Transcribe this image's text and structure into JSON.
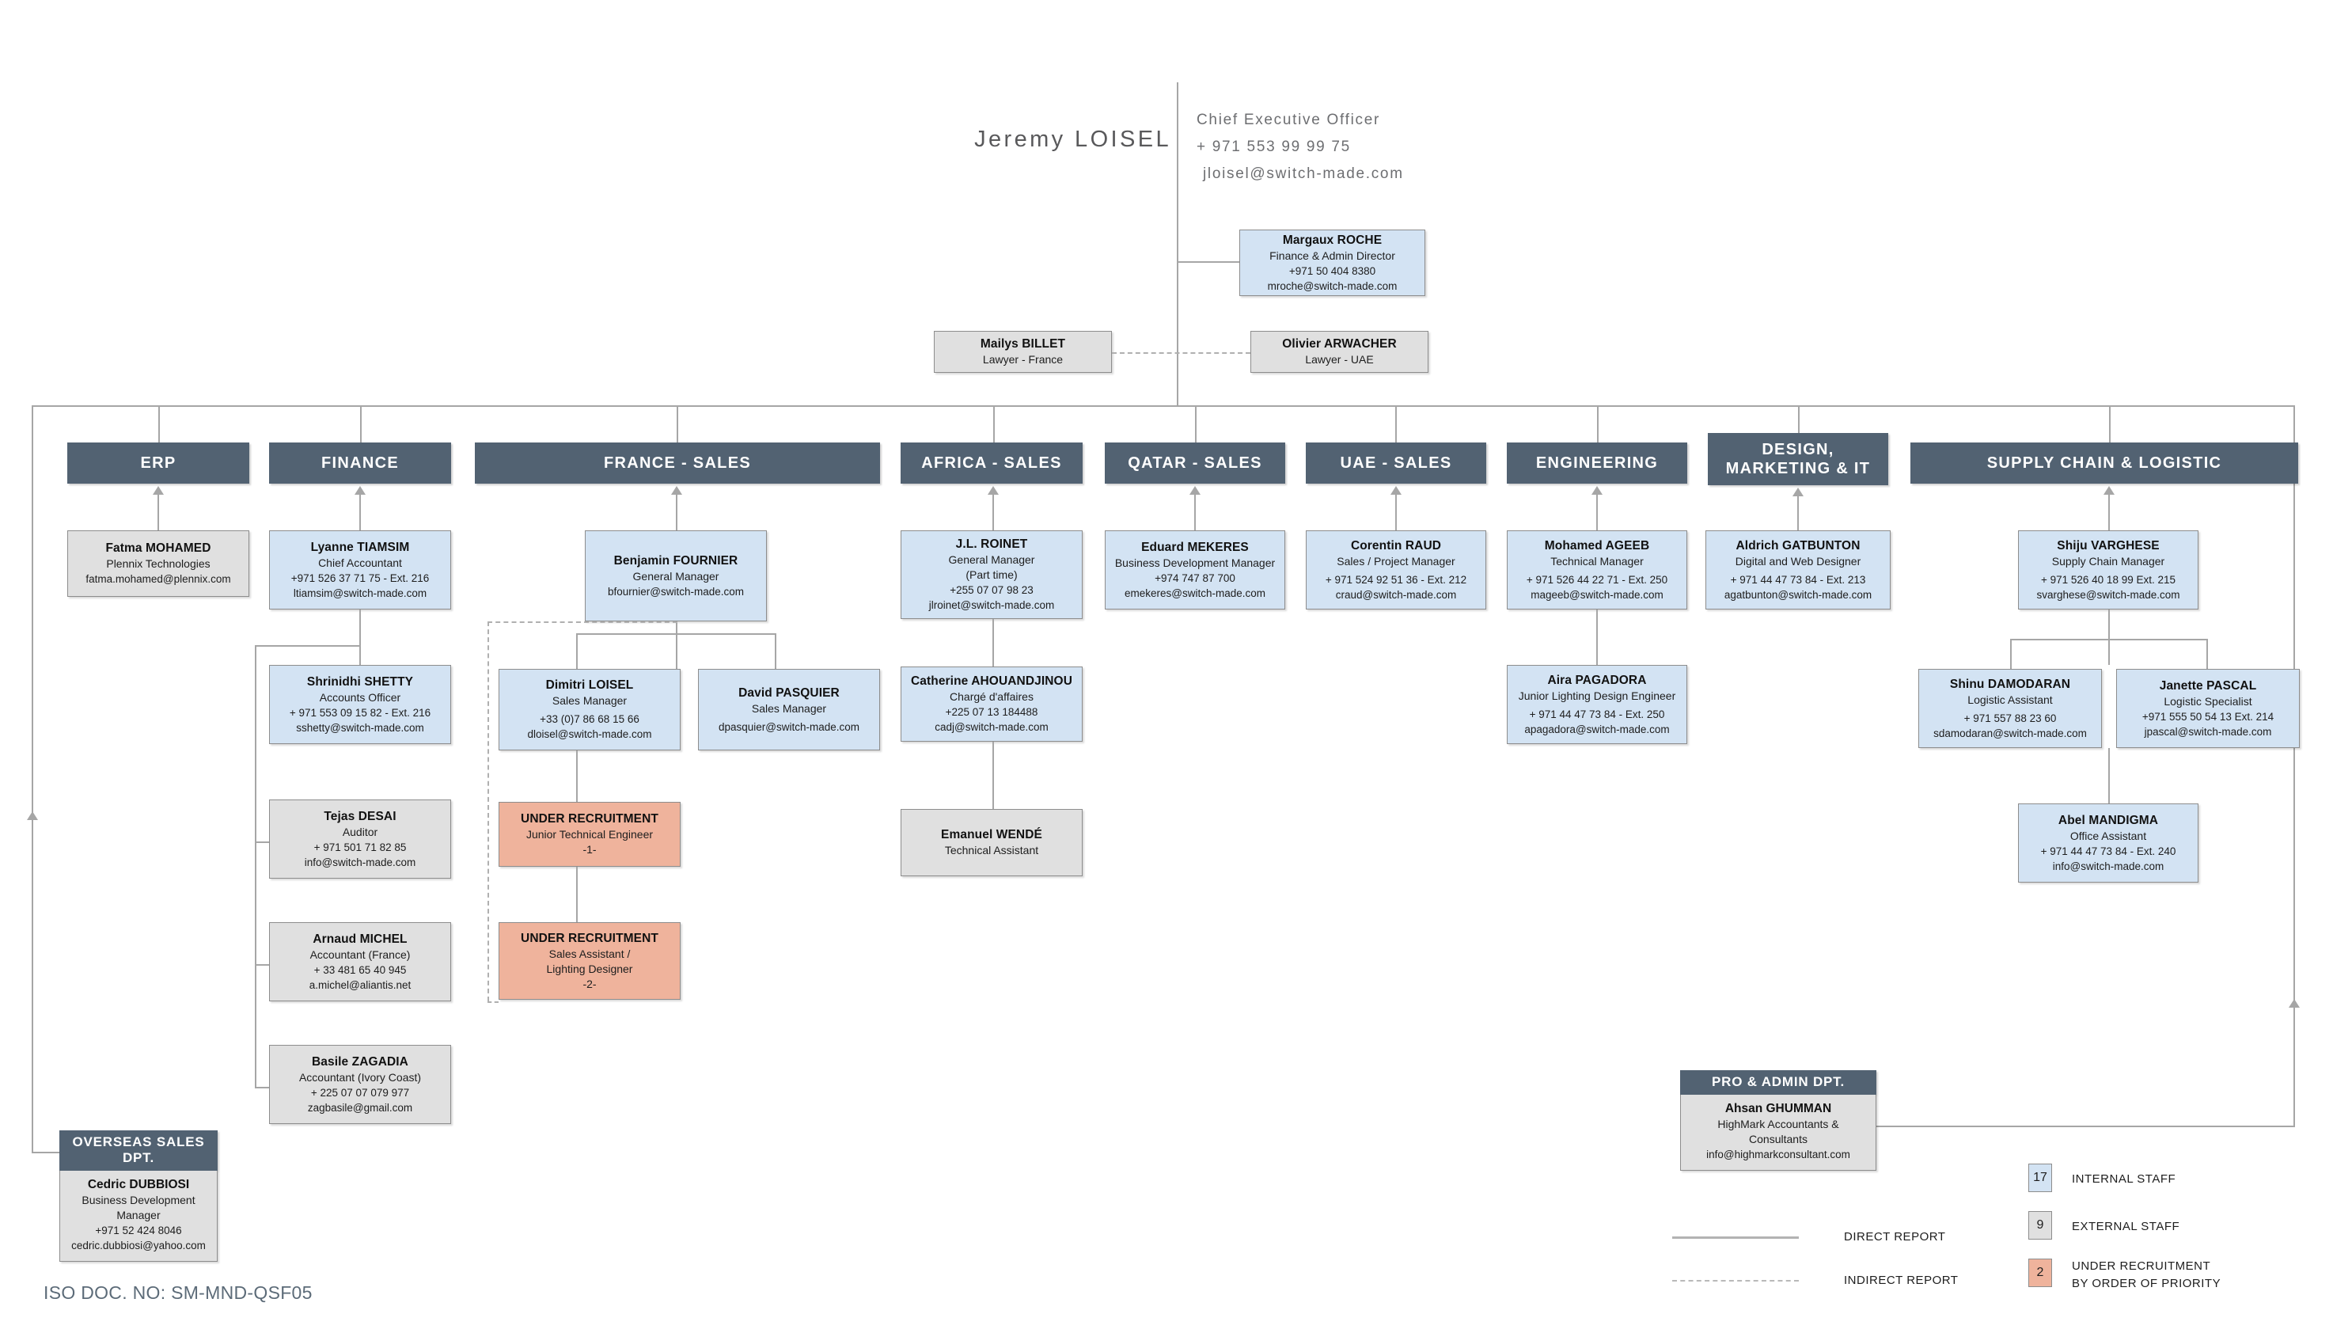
{
  "ceo": {
    "name": "Jeremy LOISEL",
    "title": "Chief Executive Officer",
    "phone": "+ 971 553 99 99 75",
    "email": "jloisel@switch-made.com"
  },
  "finance_director": {
    "name": "Margaux ROCHE",
    "role": "Finance & Admin Director",
    "phone": "+971 50 404 8380",
    "email": "mroche@switch-made.com"
  },
  "lawyers": [
    {
      "name": "Mailys BILLET",
      "role": "Lawyer - France"
    },
    {
      "name": "Olivier ARWACHER",
      "role": "Lawyer - UAE"
    }
  ],
  "departments": [
    {
      "id": "erp",
      "label": "ERP"
    },
    {
      "id": "finance",
      "label": "FINANCE"
    },
    {
      "id": "france",
      "label": "FRANCE - SALES"
    },
    {
      "id": "africa",
      "label": "AFRICA - SALES"
    },
    {
      "id": "qatar",
      "label": "QATAR - SALES"
    },
    {
      "id": "uae",
      "label": "UAE - SALES"
    },
    {
      "id": "eng",
      "label": "ENGINEERING"
    },
    {
      "id": "design",
      "label": "DESIGN,\nMARKETING & IT"
    },
    {
      "id": "supply",
      "label": "SUPPLY CHAIN & LOGISTIC"
    }
  ],
  "people": {
    "fatma": {
      "name": "Fatma MOHAMED",
      "role": "Plennix Technologies",
      "phone": "",
      "email": "fatma.mohamed@plennix.com"
    },
    "lyanne": {
      "name": "Lyanne TIAMSIM",
      "role": "Chief Accountant",
      "phone": "+971 526 37 71 75  - Ext. 216",
      "email": "ltiamsim@switch-made.com"
    },
    "shrinidhi": {
      "name": "Shrinidhi SHETTY",
      "role": "Accounts Officer",
      "phone": "+ 971 553 09 15 82  - Ext. 216",
      "email": "sshetty@switch-made.com"
    },
    "tejas": {
      "name": "Tejas DESAI",
      "role": "Auditor",
      "phone": "+ 971 501 71 82 85",
      "email": "info@switch-made.com"
    },
    "arnaud": {
      "name": "Arnaud MICHEL",
      "role": "Accountant (France)",
      "phone": "+ 33 481 65 40 945",
      "email": "a.michel@aliantis.net"
    },
    "basile": {
      "name": "Basile ZAGADIA",
      "role": "Accountant (Ivory Coast)",
      "phone": "+ 225 07 07 079 977",
      "email": "zagbasile@gmail.com"
    },
    "benjamin": {
      "name": "Benjamin FOURNIER",
      "role": "General Manager",
      "phone": "",
      "email": "bfournier@switch-made.com"
    },
    "dimitri": {
      "name": "Dimitri LOISEL",
      "role": "Sales Manager",
      "phone": "+33 (0)7 86 68 15 66",
      "email": "dloisel@switch-made.com"
    },
    "david": {
      "name": "David PASQUIER",
      "role": "Sales Manager",
      "phone": "",
      "email": "dpasquier@switch-made.com"
    },
    "recruit1": {
      "name": "UNDER RECRUITMENT",
      "role": "Junior Technical Engineer",
      "rank": "-1-"
    },
    "recruit2": {
      "name": "UNDER RECRUITMENT",
      "role": "Sales Assistant /\nLighting Designer",
      "rank": "-2-"
    },
    "roinet": {
      "name": "J.L. ROINET",
      "role": "General Manager\n(Part time)",
      "phone": "+255 07 07 98 23",
      "email": "jlroinet@switch-made.com"
    },
    "catherine": {
      "name": "Catherine AHOUANDJINOU",
      "role": "Chargé d'affaires",
      "phone": "+225 07 13 184488",
      "email": "cadj@switch-made.com"
    },
    "emanuel": {
      "name": "Emanuel WENDÉ",
      "role": "Technical Assistant",
      "phone": "",
      "email": ""
    },
    "eduard": {
      "name": "Eduard MEKERES",
      "role": "Business Development Manager",
      "phone": "+974 747 87 700",
      "email": "emekeres@switch-made.com"
    },
    "corentin": {
      "name": "Corentin RAUD",
      "role": "Sales / Project Manager",
      "phone": "+ 971 524 92 51 36  - Ext. 212",
      "email": "craud@switch-made.com"
    },
    "mohamed": {
      "name": "Mohamed AGEEB",
      "role": "Technical Manager",
      "phone": "+ 971 526 44 22 71 - Ext. 250",
      "email": "mageeb@switch-made.com"
    },
    "aira": {
      "name": "Aira PAGADORA",
      "role": "Junior Lighting Design Engineer",
      "phone": "+ 971 44 47 73 84 - Ext. 250",
      "email": "apagadora@switch-made.com"
    },
    "aldrich": {
      "name": "Aldrich GATBUNTON",
      "role": "Digital and Web Designer",
      "phone": "+ 971 44 47 73 84 - Ext. 213",
      "email": "agatbunton@switch-made.com"
    },
    "shiju": {
      "name": "Shiju VARGHESE",
      "role": "Supply Chain Manager",
      "phone": "+ 971 526 40 18 99  Ext. 215",
      "email": "svarghese@switch-made.com"
    },
    "shinu": {
      "name": "Shinu DAMODARAN",
      "role": "Logistic Assistant",
      "phone": "+ 971 557 88 23 60",
      "email": "sdamodaran@switch-made.com"
    },
    "janette": {
      "name": "Janette PASCAL",
      "role": "Logistic Specialist",
      "phone": "+971 555 50 54 13  Ext. 214",
      "email": "jpascal@switch-made.com"
    },
    "abel": {
      "name": "Abel MANDIGMA",
      "role": "Office Assistant",
      "phone": "+ 971 44 47 73 84 - Ext. 240",
      "email": "info@switch-made.com"
    }
  },
  "groups": {
    "pro_admin": {
      "header": "PRO & ADMIN DPT.",
      "name": "Ahsan GHUMMAN",
      "role": "HighMark Accountants & Consultants",
      "email": "info@highmarkconsultant.com"
    },
    "overseas": {
      "header": "OVERSEAS SALES DPT.",
      "name": "Cedric DUBBIOSI",
      "role": "Business Development Manager",
      "phone": "+971 52 424 8046",
      "email": "cedric.dubbiosi@yahoo.com"
    }
  },
  "legend": {
    "direct": "DIRECT REPORT",
    "indirect": "INDIRECT REPORT",
    "internal_count": "17",
    "internal_label": "INTERNAL STAFF",
    "external_count": "9",
    "external_label": "EXTERNAL STAFF",
    "recruit_count": "2",
    "recruit_label_1": "UNDER RECRUITMENT",
    "recruit_label_2": "BY ORDER OF PRIORITY"
  },
  "footer": {
    "iso": "ISO DOC. NO: SM-MND-QSF05"
  },
  "colors": {
    "dept_bar": "#526272",
    "internal": "#d3e3f3",
    "external": "#e0e0e0",
    "recruit": "#efb39c",
    "connector": "#a6a6a6"
  }
}
